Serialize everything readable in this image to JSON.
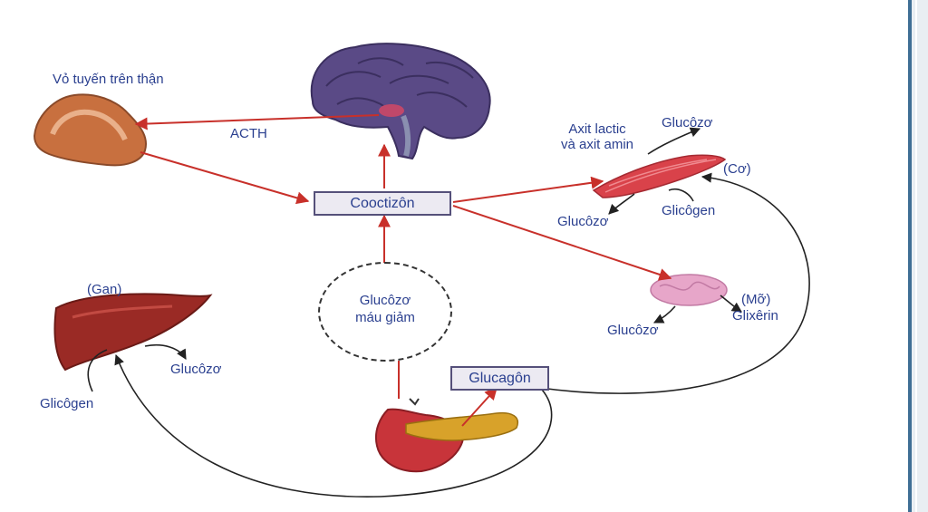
{
  "labels": {
    "adrenal_cortex": "Vỏ tuyến trên thận",
    "acth": "ACTH",
    "cortisol": "Cooctizôn",
    "lactic_amino_line1": "Axit lactic",
    "lactic_amino_line2": "và axit amin",
    "muscle_glucose_out": "Glucôzơ",
    "muscle": "(Cơ)",
    "muscle_glucose_in": "Glucôzơ",
    "muscle_glycogen": "Glicôgen",
    "liver": "(Gan)",
    "liver_glucose": "Glucôzơ",
    "liver_glycogen": "Glicôgen",
    "blood_glucose_line1": "Glucôzơ",
    "blood_glucose_line2": "máu giảm",
    "fat": "(Mỡ)",
    "glycerin": "Glixêrin",
    "fat_glucose": "Glucôzơ",
    "glucagon": "Glucagôn"
  },
  "colors": {
    "arrow_red": "#c8302a",
    "arrow_black": "#222222",
    "label_blue": "#2a3f8f",
    "brain": "#5a4a86",
    "liver": "#9a2a25",
    "muscle": "#d9424a",
    "fat": "#e7a6c9",
    "adrenal": "#c8703f",
    "pancreas": "#d8a22a"
  },
  "icons": [
    "brain-icon",
    "adrenal-gland-icon",
    "muscle-icon",
    "fat-tissue-icon",
    "liver-icon",
    "pancreas-icon"
  ]
}
